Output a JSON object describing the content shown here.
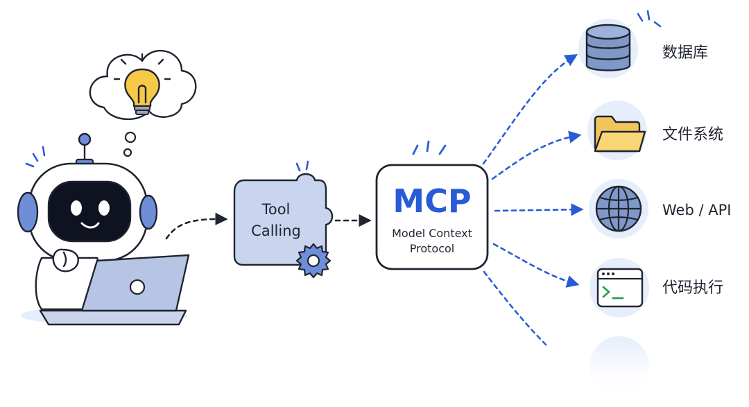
{
  "diagram": {
    "flow": {
      "tool_calling": {
        "line1": "Tool",
        "line2": "Calling"
      },
      "mcp": {
        "title": "MCP",
        "subtitle_line1": "Model Context",
        "subtitle_line2": "Protocol"
      }
    },
    "resources": [
      {
        "label": "数据库",
        "icon": "database-icon"
      },
      {
        "label": "文件系统",
        "icon": "folder-icon"
      },
      {
        "label": "Web / API",
        "icon": "globe-icon"
      },
      {
        "label": "代码执行",
        "icon": "terminal-icon"
      }
    ]
  },
  "colors": {
    "accent_blue": "#2a5bd7",
    "soft_blue_bg": "#e6eefb",
    "ink": "#1f2430",
    "bulb_yellow": "#f7c948",
    "folder_yellow": "#f9d776"
  }
}
